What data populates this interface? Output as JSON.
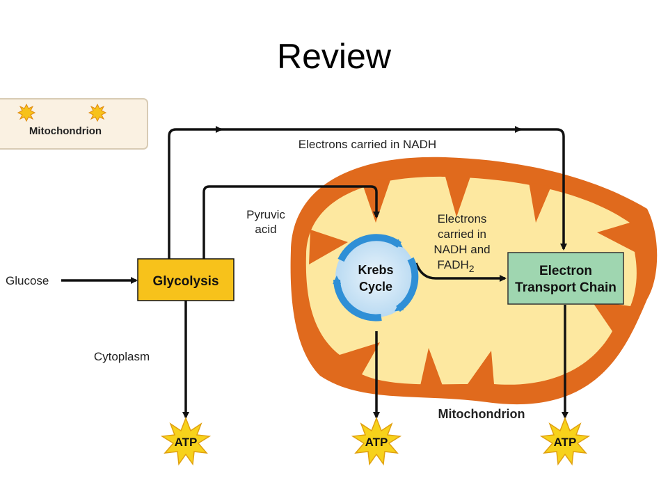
{
  "slide": {
    "title": "Review"
  },
  "legend": {
    "label": "Mitochondrion"
  },
  "labels": {
    "nadh_top": "Electrons carried in NADH",
    "pyruvic_line1": "Pyruvic",
    "pyruvic_line2": "acid",
    "glucose": "Glucose",
    "cytoplasm": "Cytoplasm",
    "mitochondrion": "Mitochondrion",
    "carried_line1": "Electrons",
    "carried_line2": "carried in",
    "carried_line3": "NADH and",
    "carried_line4": "FADH",
    "carried_sub": "2"
  },
  "boxes": {
    "glycolysis": "Glycolysis",
    "etc_line1": "Electron",
    "etc_line2": "Transport Chain"
  },
  "krebs": {
    "line1": "Krebs",
    "line2": "Cycle"
  },
  "atp": {
    "label": "ATP"
  },
  "colors": {
    "membrane": "#e06a1d",
    "matrix": "#fde8a0",
    "glycolysis_box": "#f7c21b",
    "etc_box": "#9fd6b0",
    "starburst": "#f7d21b",
    "krebs_ring": "#2f8fd6"
  }
}
